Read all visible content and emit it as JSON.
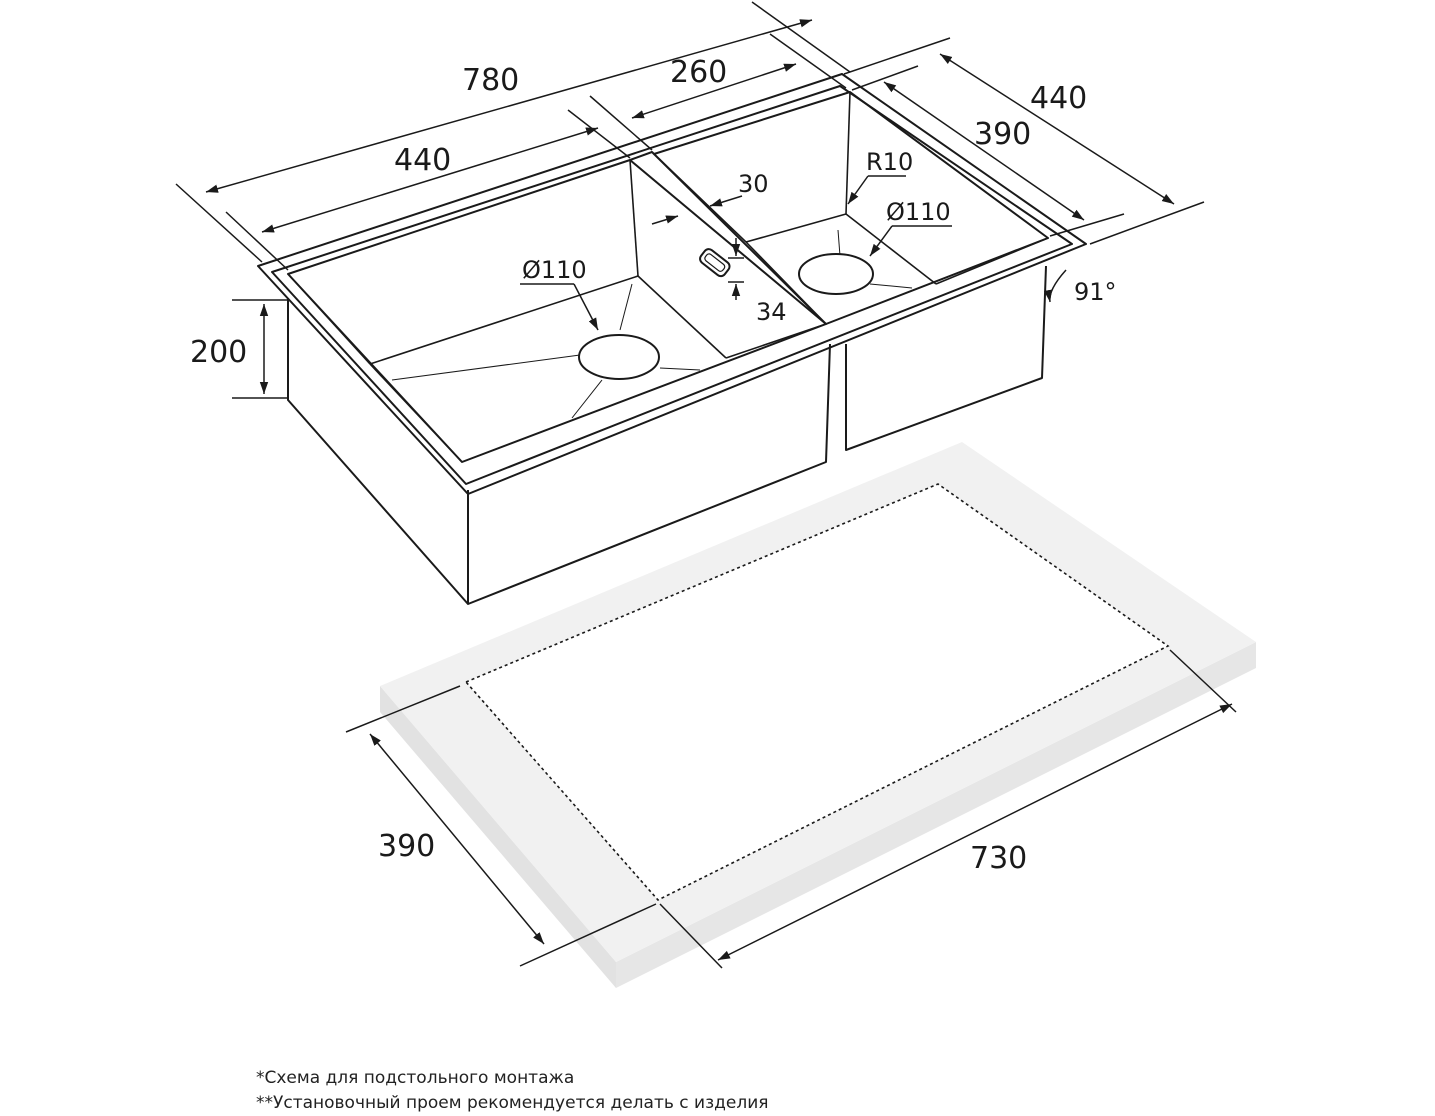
{
  "dimensions": {
    "total_length": "780",
    "left_bowl_width": "440",
    "right_bowl_width": "260",
    "depth_total": "440",
    "bowl_depth": "390",
    "height": "200",
    "divider": "30",
    "drain_left": "Ø110",
    "drain_right": "Ø110",
    "corner_radius": "R10",
    "overflow": "34",
    "angle": "91°",
    "cutout_width": "730",
    "cutout_depth": "390"
  },
  "notes": [
    "*Схема для подстольного монтажа",
    "**Установочный проем рекомендуется делать с изделия"
  ],
  "colors": {
    "line": "#1a1a1a",
    "countertop": "#f1f1f1"
  }
}
